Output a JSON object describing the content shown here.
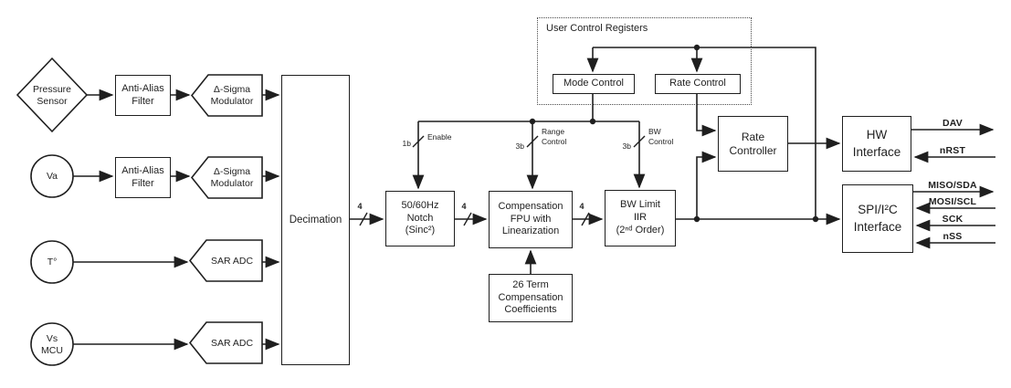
{
  "analog_inputs": {
    "pressure_sensor": "Pressure\nSensor",
    "va": "Va",
    "temperature": "T°",
    "vs_mcu": "Vs\nMCU"
  },
  "front_end": {
    "anti_alias_filter_1": "Anti-Alias\nFilter",
    "anti_alias_filter_2": "Anti-Alias\nFilter",
    "delta_sigma_modulator_1": "Δ-Sigma\nModulator",
    "delta_sigma_modulator_2": "Δ-Sigma\nModulator",
    "sar_adc_1": "SAR ADC",
    "sar_adc_2": "SAR ADC",
    "decimation": "Decimation"
  },
  "dsp_chain": {
    "notch_filter": "50/60Hz\nNotch\n(Sinc²)",
    "compensation_fpu": "Compensation\nFPU with\nLinearization",
    "bw_limit_iir": "BW Limit\nIIR\n(2ⁿᵈ Order)",
    "coefficients": "26 Term\nCompensation\nCoefficients"
  },
  "bus": {
    "width_1": "4",
    "width_2": "4",
    "width_3": "4"
  },
  "control": {
    "user_control_registers": "User Control Registers",
    "mode_control": "Mode Control",
    "rate_control": "Rate Control",
    "rate_controller": "Rate\nController",
    "enable_width": "1b",
    "enable_label": "Enable",
    "range_width": "3b",
    "range_control_label": "Range\nControl",
    "bw_width": "3b",
    "bw_control_label": "BW\nControl"
  },
  "interfaces": {
    "hw_interface": "HW\nInterface",
    "spi_i2c_interface": "SPI/I²C\nInterface",
    "signals": {
      "dav": "DAV",
      "nrst": "nRST",
      "miso_sda": "MISO/SDA",
      "mosi_scl": "MOSI/SCL",
      "sck": "SCK",
      "nss": "nSS"
    }
  },
  "colors": {
    "line": "#1f1f1f",
    "background": "#ffffff"
  }
}
